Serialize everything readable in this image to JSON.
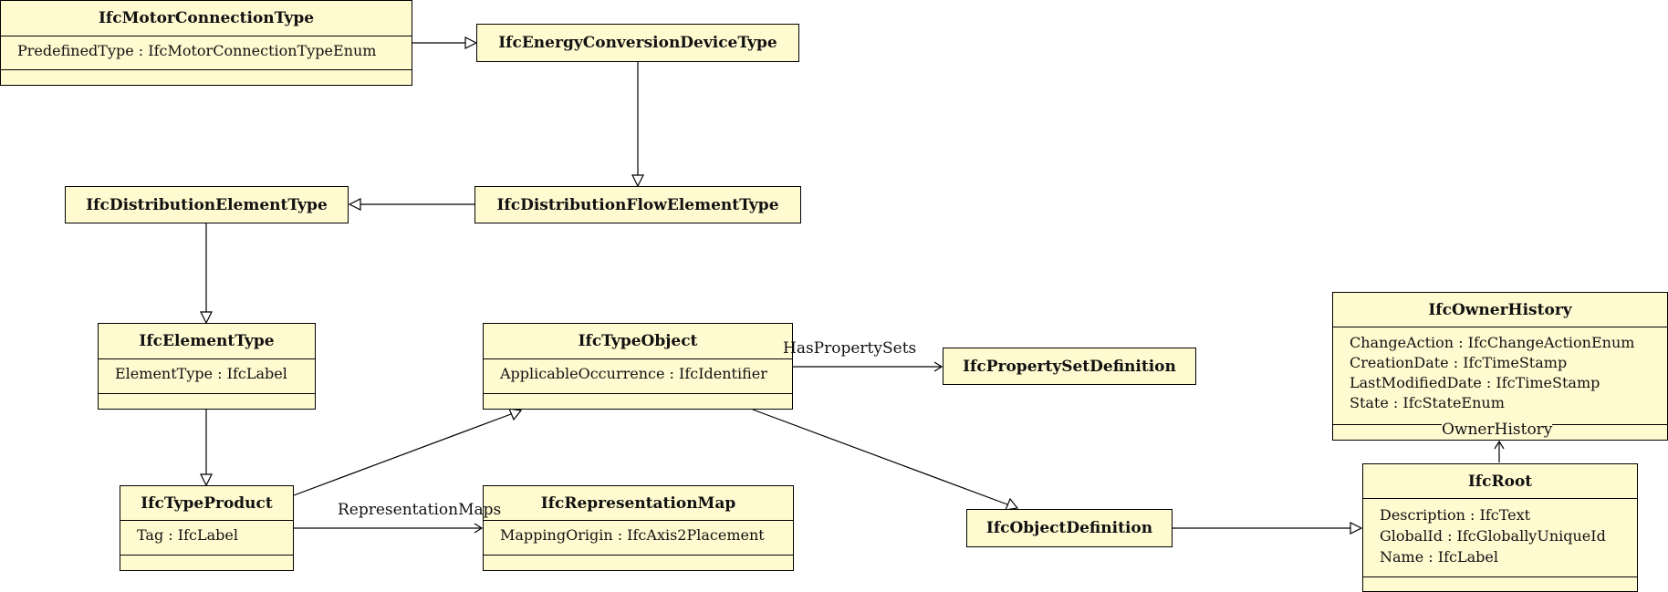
{
  "diagram": {
    "classes": {
      "motor": {
        "name": "IfcMotorConnectionType",
        "attrs": [
          "PredefinedType : IfcMotorConnectionTypeEnum"
        ]
      },
      "energy": {
        "name": "IfcEnergyConversionDeviceType"
      },
      "distElem": {
        "name": "IfcDistributionElementType"
      },
      "distFlow": {
        "name": "IfcDistributionFlowElementType"
      },
      "elemType": {
        "name": "IfcElementType",
        "attrs": [
          "ElementType : IfcLabel"
        ]
      },
      "typeObject": {
        "name": "IfcTypeObject",
        "attrs": [
          "ApplicableOccurrence : IfcIdentifier"
        ]
      },
      "propSet": {
        "name": "IfcPropertySetDefinition"
      },
      "ownerHistory": {
        "name": "IfcOwnerHistory",
        "attrs": [
          "ChangeAction : IfcChangeActionEnum",
          "CreationDate : IfcTimeStamp",
          "LastModifiedDate : IfcTimeStamp",
          "State : IfcStateEnum"
        ]
      },
      "typeProduct": {
        "name": "IfcTypeProduct",
        "attrs": [
          "Tag : IfcLabel"
        ]
      },
      "repMap": {
        "name": "IfcRepresentationMap",
        "attrs": [
          "MappingOrigin : IfcAxis2Placement"
        ]
      },
      "objDef": {
        "name": "IfcObjectDefinition"
      },
      "root": {
        "name": "IfcRoot",
        "attrs": [
          "Description : IfcText",
          "GlobalId : IfcGloballyUniqueId",
          "Name : IfcLabel"
        ]
      }
    },
    "labels": {
      "hasPropertySets": "HasPropertySets",
      "representationMaps": "RepresentationMaps",
      "ownerHistory": "OwnerHistory"
    }
  }
}
